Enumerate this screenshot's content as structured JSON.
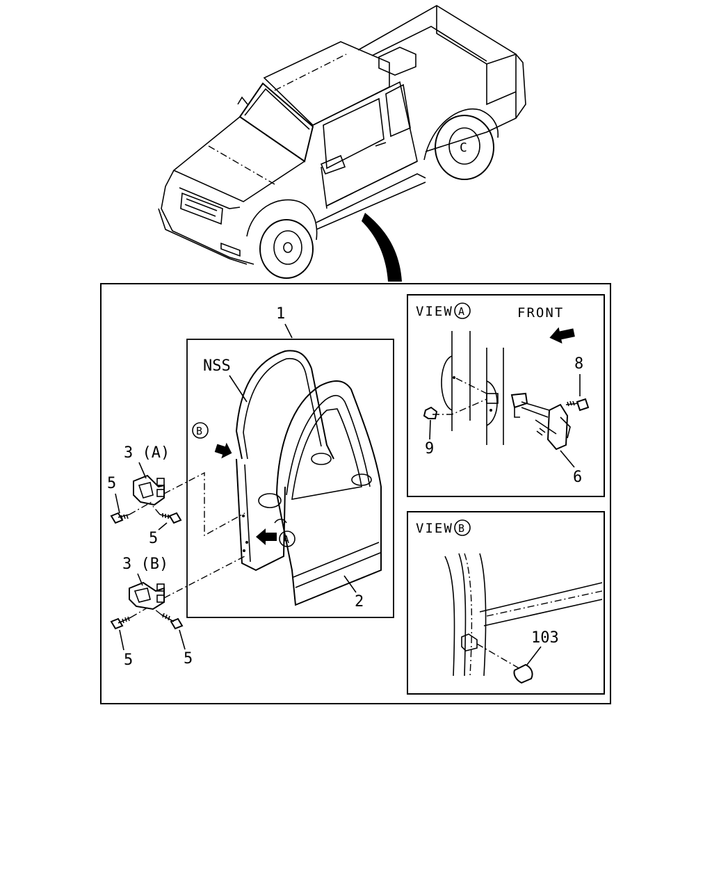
{
  "callouts": {
    "part_1": "1",
    "part_2": "2",
    "part_3a": "3 (A)",
    "part_3b": "3 (B)",
    "part_5_a": "5",
    "part_5_b": "5",
    "part_5_c": "5",
    "part_5_d": "5",
    "nss": "NSS",
    "marker_a": "A",
    "marker_b": "B"
  },
  "view_a": {
    "title": "VIEW",
    "marker": "A",
    "front": "FRONT",
    "part_8": "8",
    "part_9": "9",
    "part_6": "6"
  },
  "view_b": {
    "title": "VIEW",
    "marker": "B",
    "part_103": "103"
  }
}
